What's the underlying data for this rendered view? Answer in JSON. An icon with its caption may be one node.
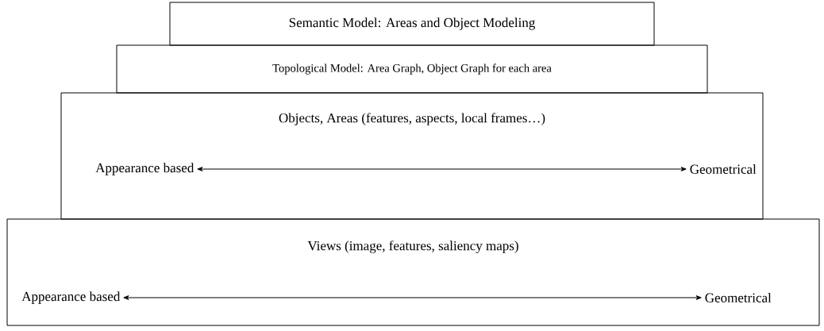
{
  "diagram": {
    "nodes": [
      {
        "text": [
          "Semantic Model: Areas and Object Modeling"
        ]
      },
      {
        "text": [
          "Topological Model: Area Graph, Object Graph for each area"
        ]
      },
      {
        "text": [
          "Objects, Areas (features, aspects, local frames…)"
        ]
      },
      {
        "text": [
          "Appearance based"
        ],
        "in": 2
      },
      {
        "text": [
          "Geometrical"
        ],
        "in": 2
      },
      {
        "text": [
          "Views (image, features, saliency maps)"
        ]
      },
      {
        "text": [
          "Appearance based"
        ],
        "in": 5
      },
      {
        "text": [
          "Geometrical"
        ],
        "in": 5
      }
    ],
    "edges": [
      {
        "from": 3,
        "to": 4,
        "arrow": "both"
      },
      {
        "from": 6,
        "to": 7,
        "arrow": "both"
      }
    ]
  }
}
